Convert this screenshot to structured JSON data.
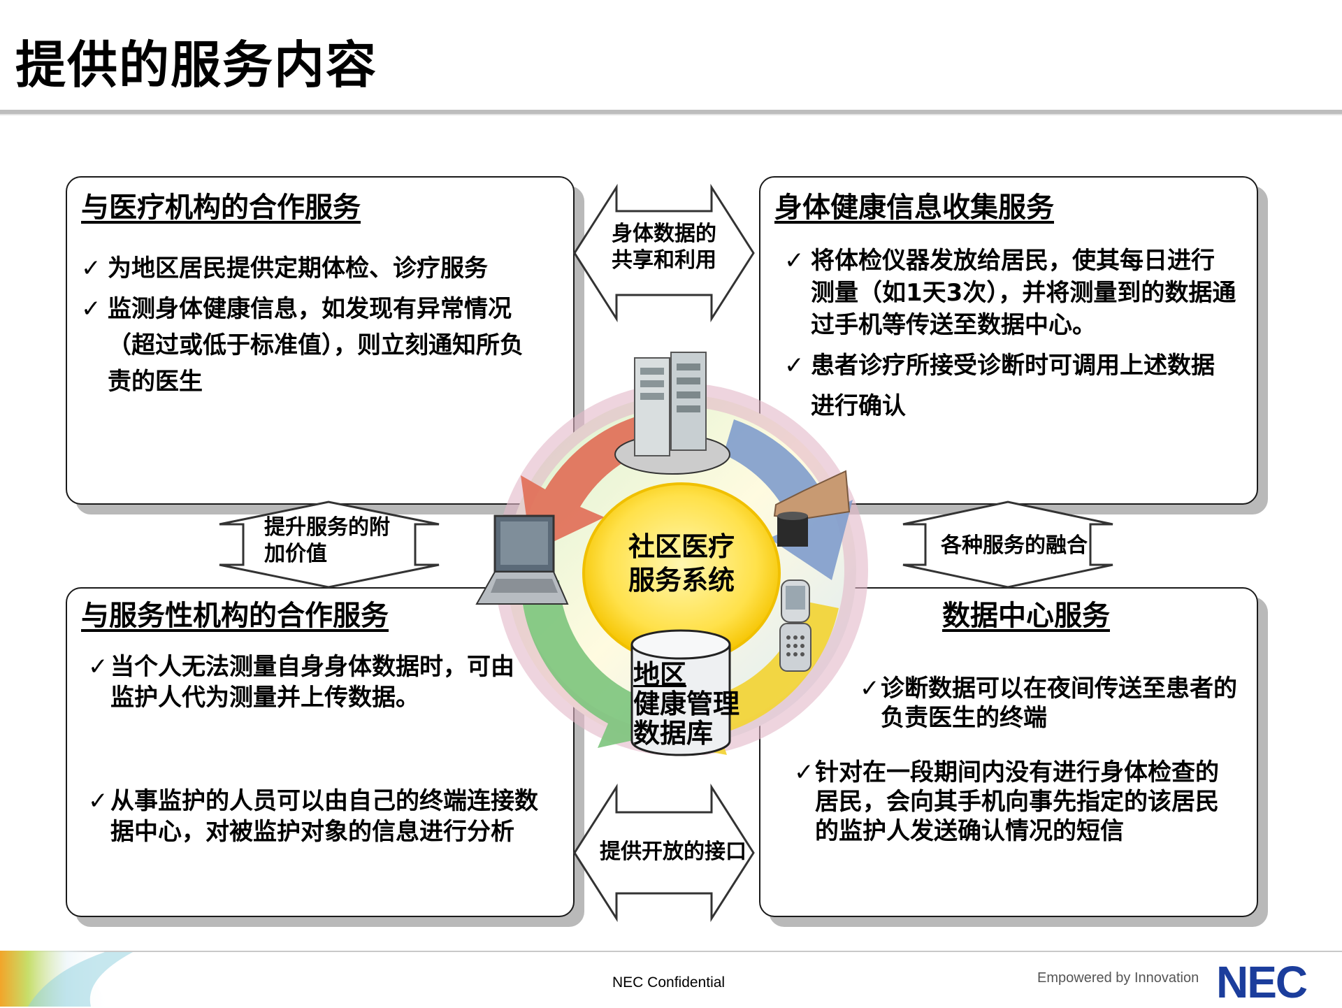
{
  "slide": {
    "title": "提供的服务内容",
    "footer": "NEC Confidential",
    "tagline": "Empowered by Innovation",
    "logo": "NEC"
  },
  "panels": {
    "medical": {
      "title": "与医疗机构的合作服务",
      "items": [
        "为地区居民提供定期体检、诊疗服务",
        "监测身体健康信息，如发现有异常情况（超过或低于标准值），则立刻通知所负责的医生"
      ]
    },
    "health": {
      "title": "身体健康信息收集服务",
      "items": [
        "将体检仪器发放给居民，使其每日进行测量（如1天3次），并将测量到的数据通过手机等传送至数据中心。",
        "患者诊疗所接受诊断时可调用上述数据进行确认"
      ]
    },
    "service": {
      "title": "与服务性机构的合作服务",
      "items": [
        "当个人无法测量自身身体数据时，可由监护人代为测量并上传数据。",
        "从事监护的人员可以由自己的终端连接数据中心，对被监护对象的信息进行分析"
      ]
    },
    "datacenter": {
      "title": "数据中心服务",
      "items": [
        "诊断数据可以在夜间传送至患者的负责医生的终端",
        "针对在一段期间内没有进行身体检查的居民，会向其手机向事先指定的该居民的监护人发送确认情况的短信"
      ]
    }
  },
  "arrows": {
    "top": [
      "身体数据的",
      "共享和利用"
    ],
    "left": [
      "提升服务的附",
      "加价值"
    ],
    "right": "各种服务的融合",
    "bottom": "提供开放的接口"
  },
  "center": {
    "system": [
      "社区医疗",
      "服务系统"
    ],
    "database": [
      "地区",
      "健康管理",
      "数据库"
    ]
  },
  "icons": [
    "server-icon",
    "laptop-icon",
    "hand-device-icon",
    "mobile-phone-icon",
    "database-icon",
    "checkmark-icon"
  ]
}
